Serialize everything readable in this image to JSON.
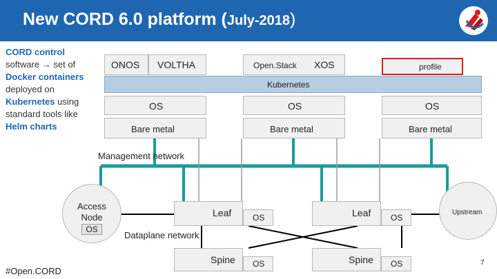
{
  "header": {
    "title_main": "New CORD 6.0 platform (",
    "title_date": "July-2018",
    "title_close": ")",
    "logo_icon": "cord-logo-icon",
    "bg_color": "#1f66b1"
  },
  "sidebar": {
    "line1": "CORD control",
    "line2_a": "software ",
    "line2_arrow": "→",
    "line2_b": " set of",
    "line3": "Docker containers",
    "line4": "deployed on",
    "line5_a": "Kubernetes",
    "line5_b": " using",
    "line6": "standard tools like",
    "line7": "Helm charts"
  },
  "stack": {
    "onos": "ONOS",
    "voltha": "VOLTHA",
    "openstack": "Open.Stack",
    "xos": "XOS",
    "profile": "profile",
    "kubernetes": "Kubernetes",
    "os_1": "OS",
    "os_2": "OS",
    "os_3": "OS",
    "bare_metal_1": "Bare metal",
    "bare_metal_2": "Bare metal",
    "bare_metal_3": "Bare metal"
  },
  "network": {
    "management_label": "Management network",
    "dataplane_label": "Dataplane network",
    "access_node_line1": "Access",
    "access_node_line2": "Node",
    "access_node_os": "OS",
    "leaf_1": "Leaf",
    "leaf_1_os": "OS",
    "leaf_2": "Leaf",
    "leaf_2_os": "OS",
    "spine_1": "Spine",
    "spine_1_os": "OS",
    "spine_2": "Spine",
    "spine_2_os": "OS",
    "upstream": "Upstream"
  },
  "footer": {
    "hashtag": "#Open.CORD",
    "page_number": "7"
  }
}
